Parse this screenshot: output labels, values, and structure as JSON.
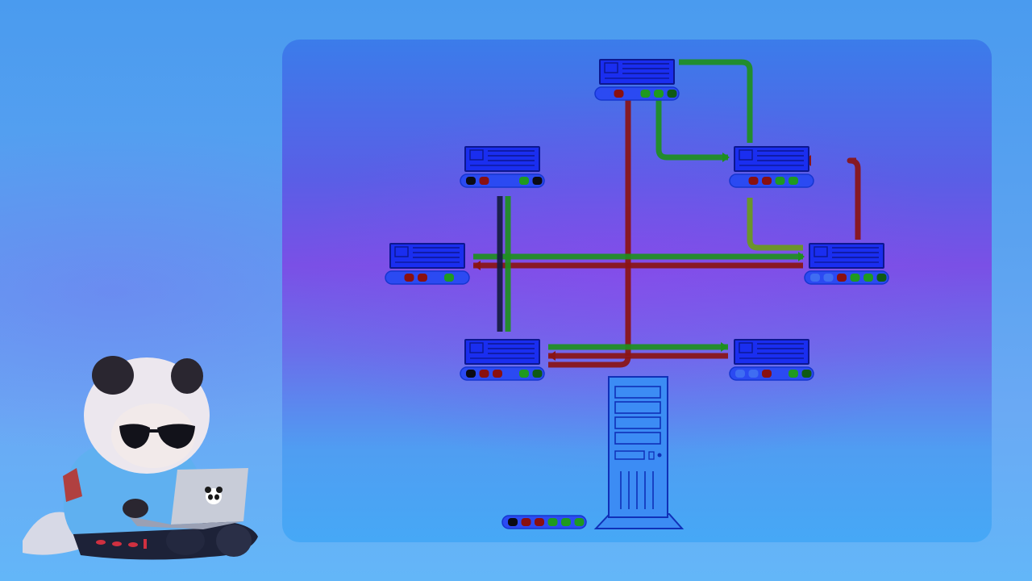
{
  "diagram": {
    "colors": {
      "server_fill": "#1a2ef0",
      "server_stroke": "#0c1790",
      "tray_fill": "#2b4af2",
      "link_green": "#1e8f1e",
      "link_red": "#8a1414",
      "link_black": "#151b40",
      "link_olive": "#6a9a1a",
      "tower_fill": "#3c8cf4",
      "tower_stroke": "#1030b8"
    },
    "nodes": [
      {
        "id": "top",
        "leds": [
          "empty",
          "red",
          "empty",
          "green",
          "green",
          "dark-green"
        ]
      },
      {
        "id": "upper-left",
        "leds": [
          "black",
          "red",
          "empty",
          "empty",
          "green",
          "black"
        ]
      },
      {
        "id": "upper-right",
        "leds": [
          "empty",
          "red",
          "red",
          "green",
          "green",
          "empty"
        ]
      },
      {
        "id": "middle-left",
        "leds": [
          "empty",
          "red",
          "red",
          "empty",
          "green",
          "empty"
        ]
      },
      {
        "id": "middle-right",
        "leds": [
          "blue",
          "blue",
          "red",
          "green",
          "green",
          "dark-green"
        ]
      },
      {
        "id": "lower-left",
        "leds": [
          "black",
          "red",
          "red",
          "empty",
          "green",
          "dark-green"
        ]
      },
      {
        "id": "lower-right",
        "leds": [
          "blue",
          "blue",
          "red",
          "empty",
          "green",
          "dark-green"
        ]
      }
    ],
    "tower_leds": [
      "black",
      "red",
      "red",
      "green",
      "green",
      "green"
    ]
  },
  "mascot": {
    "icon": "panda-hacker",
    "laptop_icon": "panda-logo-icon"
  }
}
